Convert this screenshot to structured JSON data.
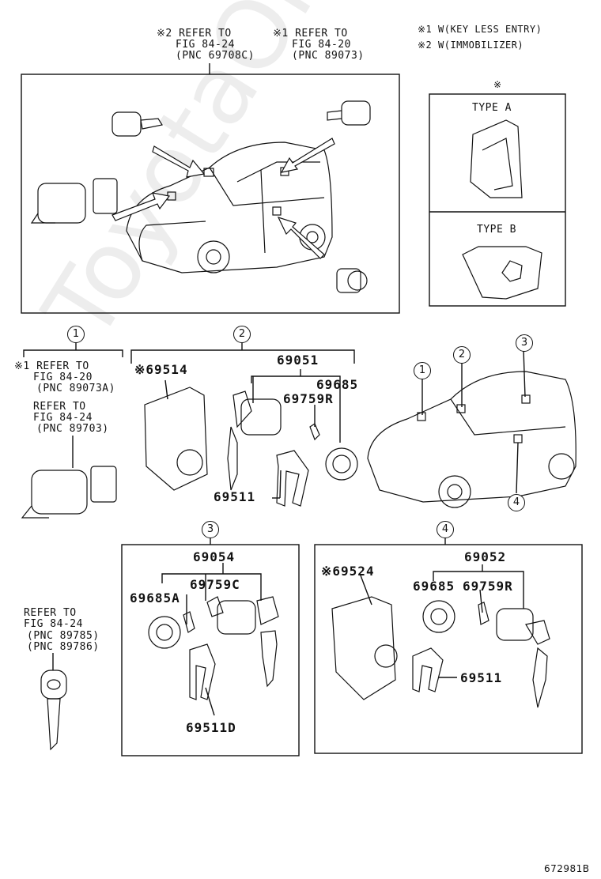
{
  "header": {
    "refer_a": {
      "mark": "※2",
      "line1": "REFER TO",
      "line2": "FIG 84-24",
      "pnc": "(PNC 69708C)"
    },
    "refer_b": {
      "mark": "※1",
      "line1": "REFER TO",
      "line2": "FIG 84-20",
      "pnc": "(PNC 89073)"
    },
    "legend_1": "※1  W(KEY LESS ENTRY)",
    "legend_2": "※2  W(IMMOBILIZER)"
  },
  "type_panel": {
    "mark": "※",
    "type_a": "TYPE A",
    "type_b": "TYPE B"
  },
  "group1": {
    "index": "1",
    "refer_a": {
      "mark": "※1",
      "line1": "REFER TO",
      "line2": "FIG 84-20",
      "pnc": "(PNC 89073A)"
    },
    "refer_b": {
      "line1": "REFER TO",
      "line2": "FIG 84-24",
      "pnc": "(PNC 89703)"
    }
  },
  "group2": {
    "index": "2",
    "parts": {
      "p69514": "※69514",
      "p69051": "69051",
      "p69685": "69685",
      "p69759R": "69759R",
      "p69511": "69511"
    }
  },
  "group3": {
    "index": "3",
    "parts": {
      "p69054": "69054",
      "p69759C": "69759C",
      "p69685A": "69685A",
      "p69511D": "69511D"
    }
  },
  "group4": {
    "index": "4",
    "parts": {
      "p69524": "※69524",
      "p69052": "69052",
      "p69685": "69685",
      "p69759R": "69759R",
      "p69511": "69511"
    }
  },
  "key_refer": {
    "line1": "REFER TO",
    "line2": "FIG 84-24",
    "pnc1": "(PNC 89785)",
    "pnc2": "(PNC 89786)"
  },
  "car_callouts": [
    "1",
    "2",
    "3",
    "4"
  ],
  "watermark": "ToyotaOneMinet.ru",
  "figure_id": "672981B"
}
